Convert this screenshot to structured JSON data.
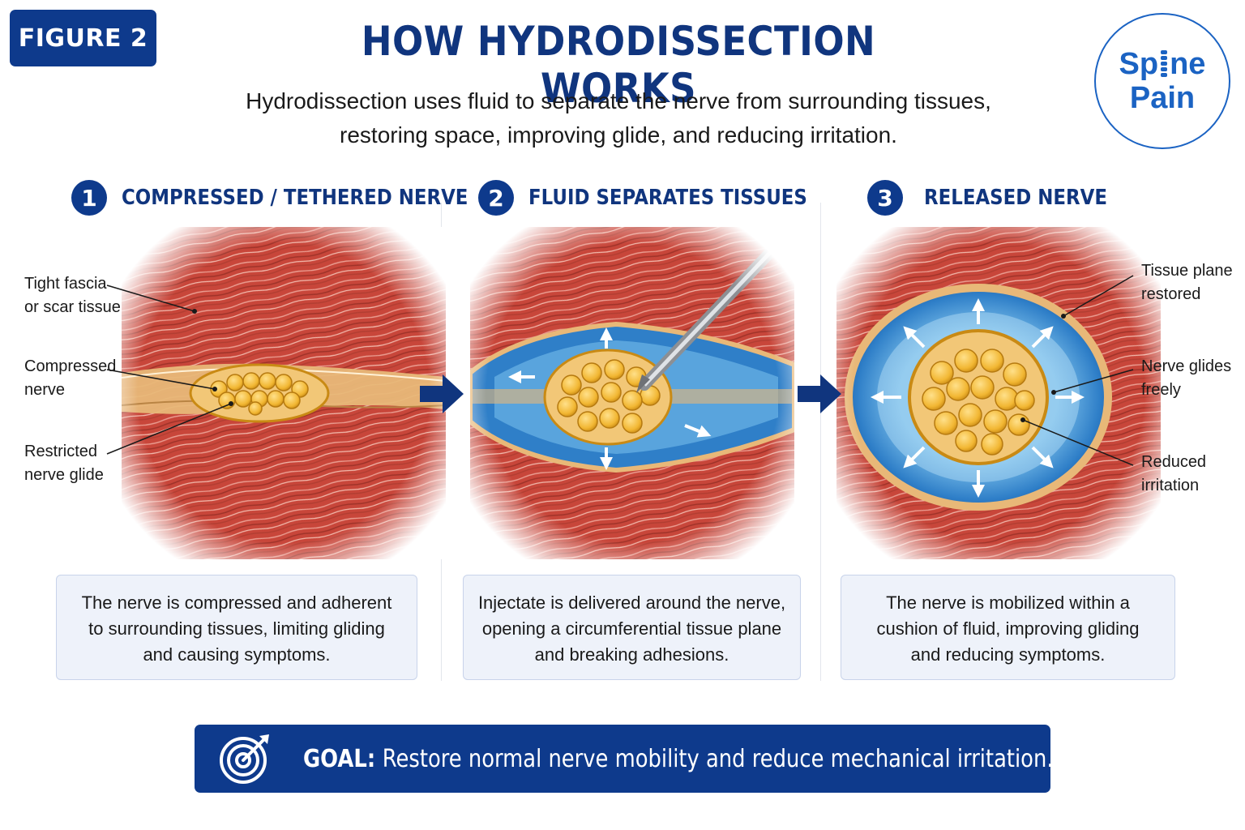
{
  "badge": "FIGURE 2",
  "title": "HOW HYDRODISSECTION WORKS",
  "subtitle_line1": "Hydrodissection uses fluid to separate the nerve from surrounding tissues,",
  "subtitle_line2": "restoring space, improving glide, and reducing irritation.",
  "logo": {
    "line1_a": "Sp",
    "line1_b": "ne",
    "line2": "Pain"
  },
  "steps": [
    {
      "number": "1",
      "title": "COMPRESSED / TETHERED NERVE",
      "description": [
        "The nerve is compressed and adherent",
        "to surrounding tissues, limiting gliding",
        "and causing symptoms."
      ],
      "callouts": [
        {
          "line1": "Tight fascia",
          "line2": "or scar tissue"
        },
        {
          "line1": "Compressed",
          "line2": "nerve"
        },
        {
          "line1": "Restricted",
          "line2": "nerve glide"
        }
      ]
    },
    {
      "number": "2",
      "title": "FLUID SEPARATES TISSUES",
      "description": [
        "Injectate is delivered around the nerve,",
        "opening a circumferential tissue plane",
        "and breaking adhesions."
      ],
      "callouts": []
    },
    {
      "number": "3",
      "title": "RELEASED NERVE",
      "description": [
        "The nerve is mobilized within a",
        "cushion of fluid, improving gliding",
        "and reducing symptoms."
      ],
      "callouts": [
        {
          "line1": "Tissue plane",
          "line2": "restored"
        },
        {
          "line1": "Nerve glides",
          "line2": "freely"
        },
        {
          "line1": "Reduced",
          "line2": "irritation"
        }
      ]
    }
  ],
  "goal": {
    "label": "GOAL:",
    "text": "Restore normal nerve mobility and reduce mechanical irritation."
  },
  "colors": {
    "primary_navy": "#0e3a8c",
    "title_blue": "#10357e",
    "logo_blue": "#1b63c3",
    "muscle_red": "#c8463a",
    "fluid_blue": "#2f7fc8",
    "nerve_yellow": "#f2b733",
    "fascia_tan": "#e8b878",
    "desc_bg": "#eef2fa"
  },
  "icons": [
    "bullseye-target-icon",
    "right-arrow-icon",
    "expand-arrow-icon",
    "needle-icon",
    "spine-icon"
  ]
}
